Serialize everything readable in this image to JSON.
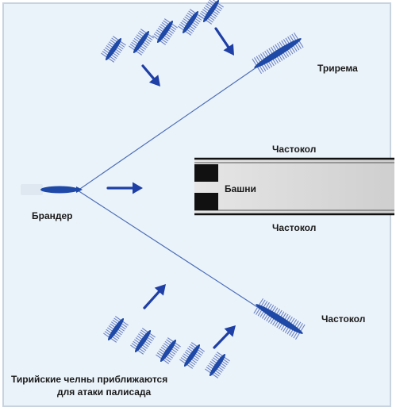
{
  "labels": {
    "trireme": "Трирема",
    "palisade_top": "Частокол",
    "towers": "Башни",
    "palisade_bottom": "Частокол",
    "fireship": "Брандер",
    "palisade_ship": "Частокол",
    "caption_line1": "Тирийские челны приближаются",
    "caption_line2": "для атаки палисада"
  },
  "colors": {
    "background": "#ebf3fa",
    "vessel": "#1f49a7",
    "oars": "#6e84c4",
    "arrow": "#1e3fa6",
    "rope": "#4d6fb8",
    "palisade": "#111111"
  }
}
